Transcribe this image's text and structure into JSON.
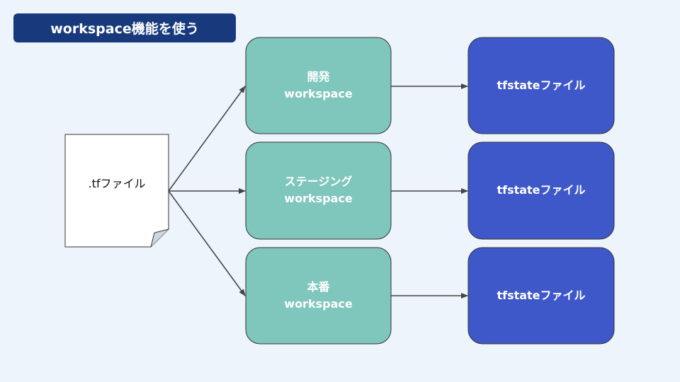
{
  "title": "workspace機能を使う",
  "source_file": {
    "label": ".tfファイル"
  },
  "workspaces": [
    {
      "name": "開発",
      "type": "workspace"
    },
    {
      "name": "ステージング",
      "type": "workspace"
    },
    {
      "name": "本番",
      "type": "workspace"
    }
  ],
  "state_files": [
    {
      "label": "tfstateファイル"
    },
    {
      "label": "tfstateファイル"
    },
    {
      "label": "tfstateファイル"
    }
  ],
  "colors": {
    "background": "#eef4fb",
    "title_badge": "#183a7c",
    "workspace_fill": "#7fc6bc",
    "state_fill": "#3f58c9",
    "connector": "#444444"
  }
}
